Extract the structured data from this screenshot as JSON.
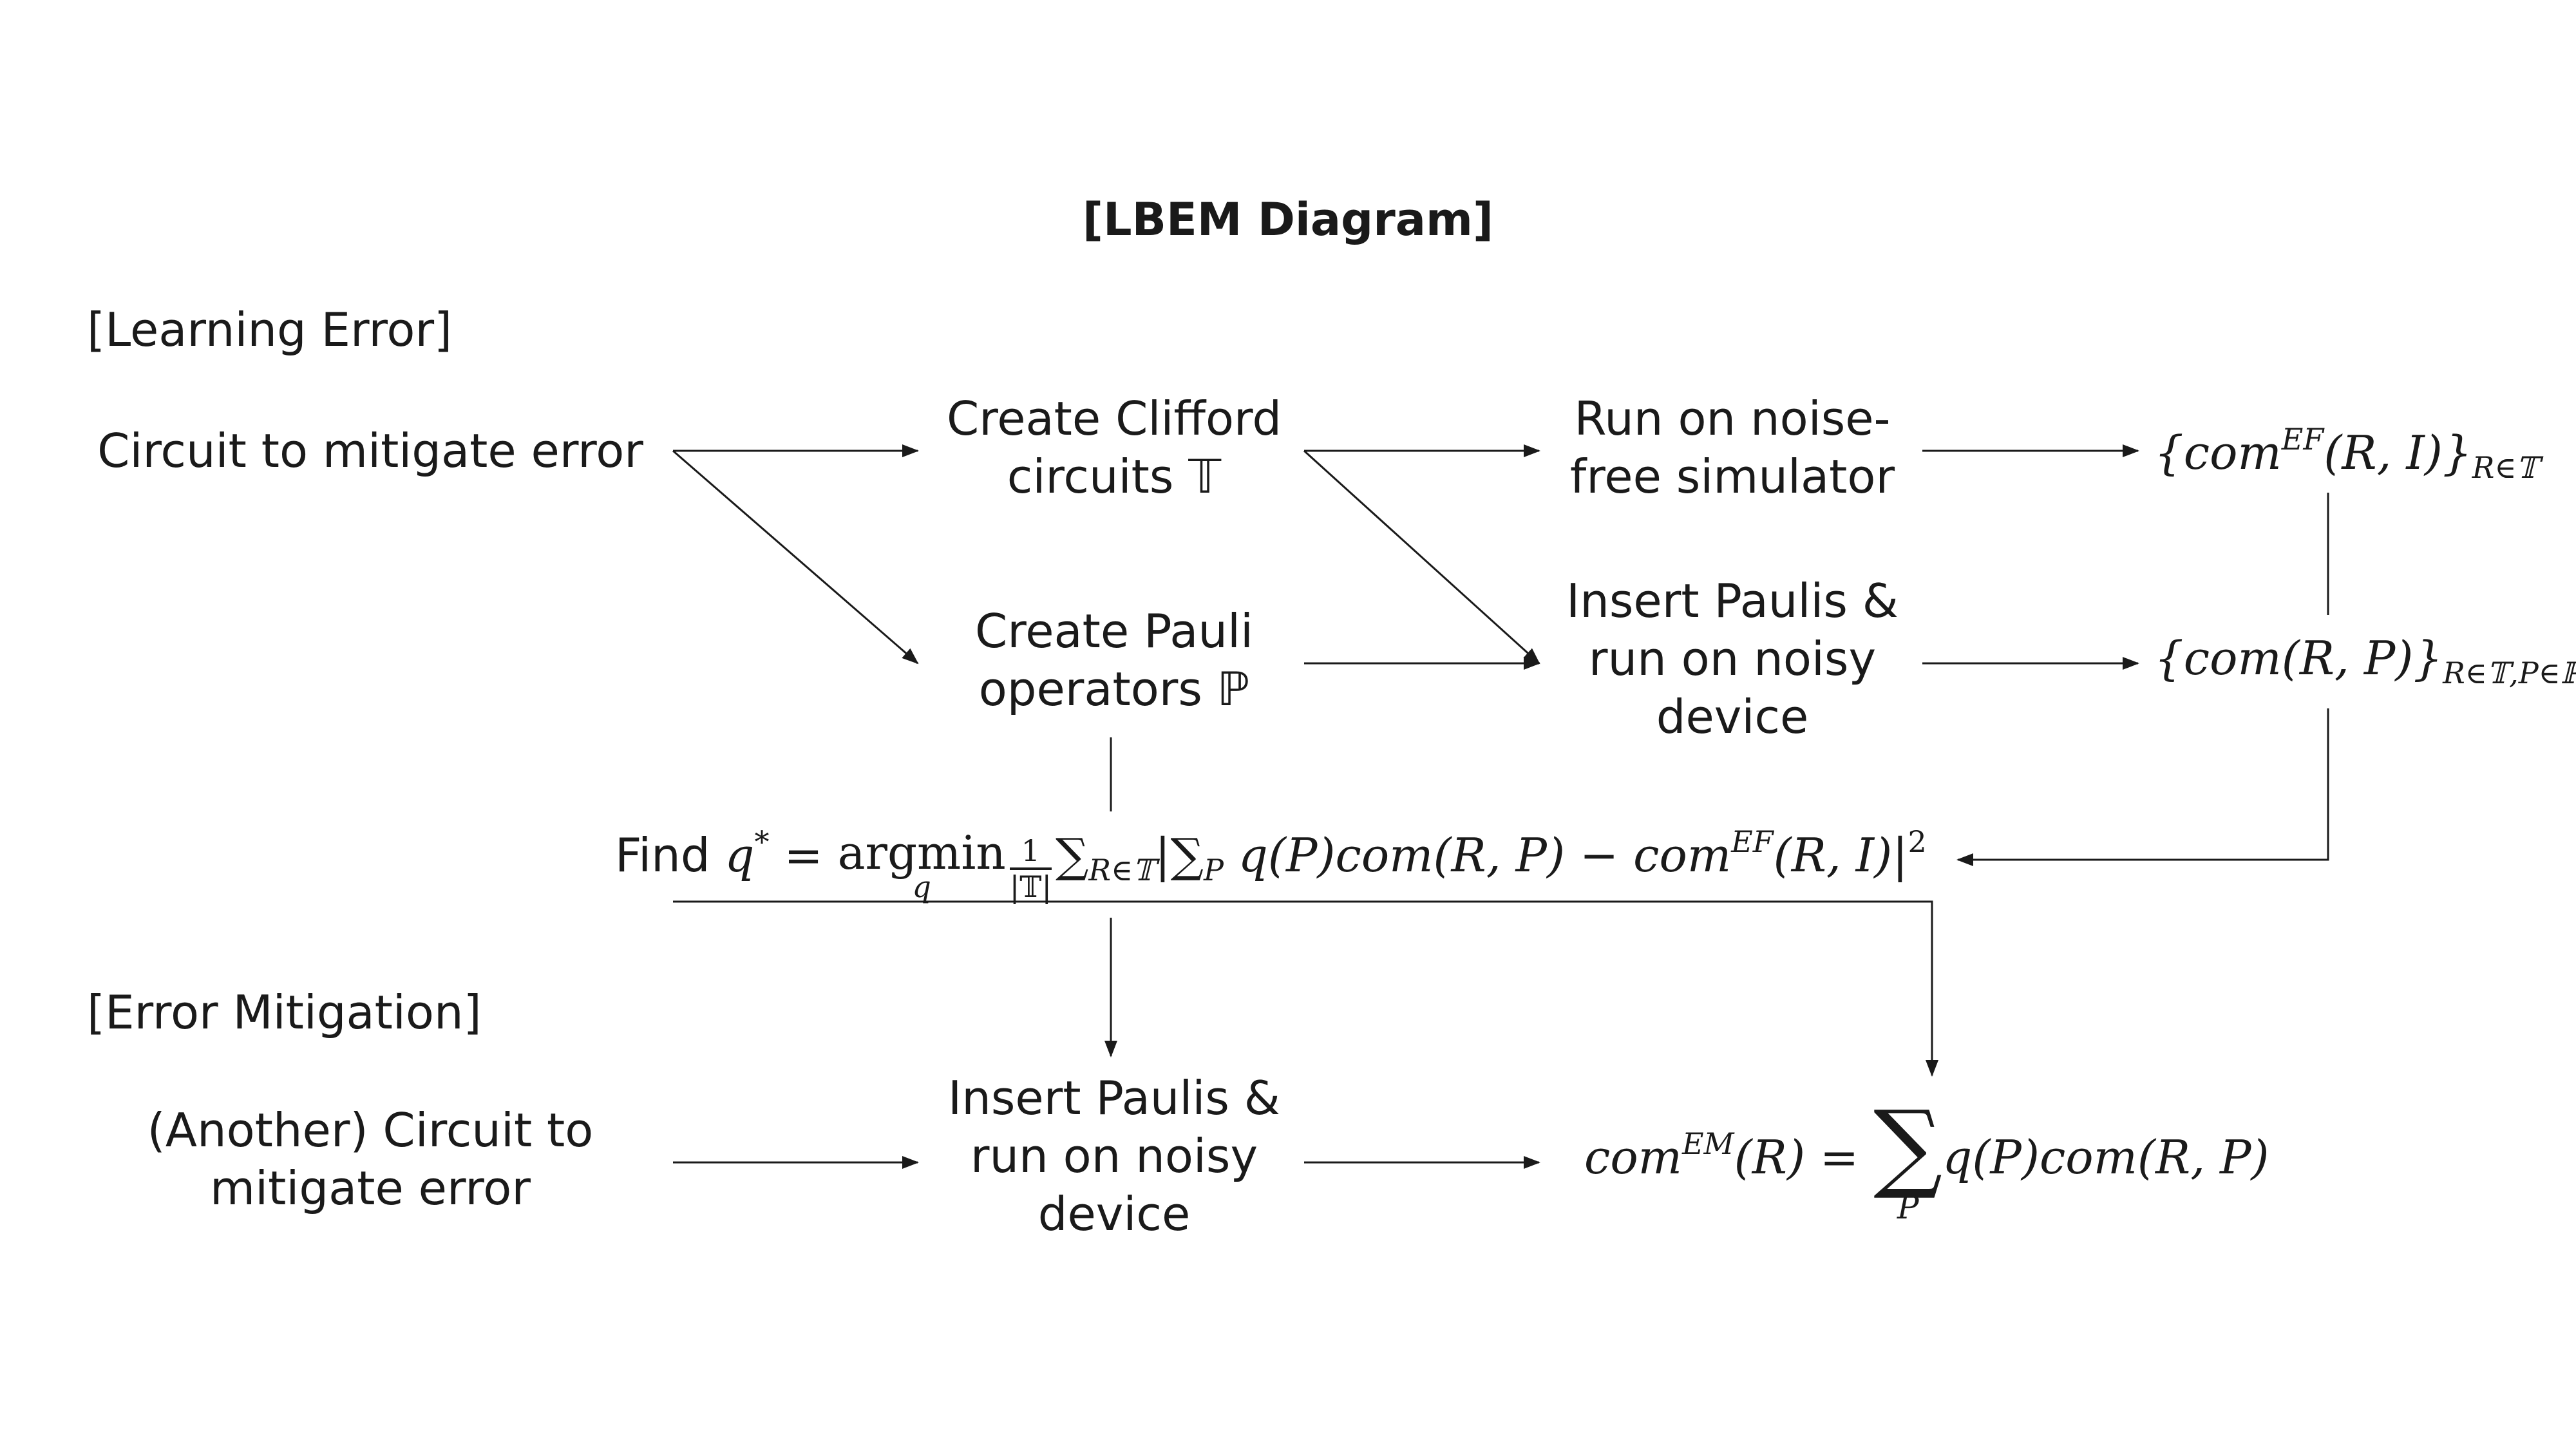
{
  "title": "[LBEM Diagram]",
  "sections": {
    "learning": "[Learning Error]",
    "mitigation": "[Error Mitigation]"
  },
  "nodes": {
    "circuit": "Circuit to mitigate error",
    "clifford_l1": "Create Clifford",
    "clifford_l2": "circuits 𝕋",
    "pauli_l1": "Create Pauli",
    "pauli_l2": "operators ℙ",
    "simulator_l1": "Run on noise-",
    "simulator_l2": "free simulator",
    "noisy_l1": "Insert Paulis &",
    "noisy_l2": "run on noisy",
    "noisy_l3": "device",
    "another_l1": "(Another) Circuit to",
    "another_l2": "mitigate error",
    "noisy2_l1": "Insert Paulis &",
    "noisy2_l2": "run on noisy",
    "noisy2_l3": "device"
  },
  "formulas": {
    "ef_set": {
      "main": "{com",
      "sup": "EF",
      "mid": "(R, I)}",
      "sub": "R∈𝕋"
    },
    "noisy_set": {
      "main": "{com(R, P)}",
      "sub": "R∈𝕋,P∈ℙ"
    },
    "find": {
      "word": "Find",
      "lhs": "q",
      "lhs_sup": "*",
      "eq": " = ",
      "op": "argmin",
      "op_under": "q",
      "frac_num": "1",
      "frac_den": "|𝕋|",
      "sum1": "∑",
      "sum1_sub": "R∈𝕋",
      "bar": "|",
      "sum2": "∑",
      "sum2_sub": "P",
      "body": " q(P)com(R, P) − com",
      "body_sup": "EF",
      "tail": "(R, I)|",
      "tail_sup": "2"
    },
    "result": {
      "lhs": "com",
      "lhs_sup": "EM",
      "lhs_arg": "(R) = ",
      "sum": "∑",
      "sum_under": "P",
      "rhs": "q(P)com(R, P)"
    }
  }
}
